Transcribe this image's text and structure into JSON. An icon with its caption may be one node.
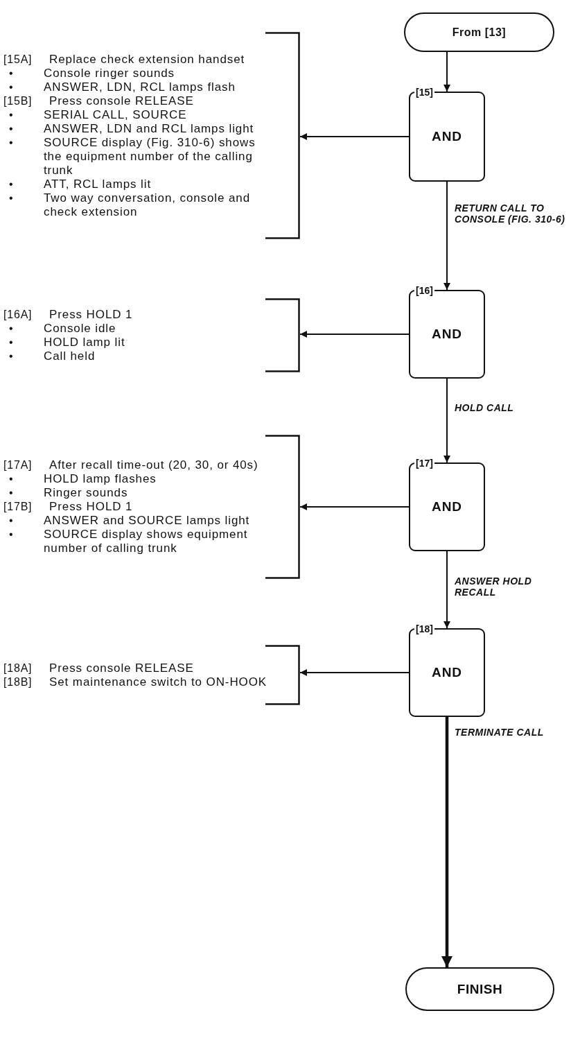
{
  "diagram": {
    "nodes": [
      {
        "text": [
          "From [13]"
        ]
      },
      {
        "text": [
          "[15]",
          "AND"
        ]
      },
      {
        "text": [
          "[15A] Replace check extension handset",
          "• Console ringer sounds",
          "• ANSWER, LDN, RCL lamps flash",
          "[15B] Press console RELEASE",
          "• SERIAL CALL, SOURCE",
          "• ANSWER, LDN and RCL lamps light",
          "• SOURCE display (Fig. 310-6) shows the equipment number of the calling trunk",
          "• ATT, RCL lamps lit",
          "• Two way conversation, console and check extension"
        ]
      },
      {
        "text": [
          "[16]",
          "AND"
        ]
      },
      {
        "text": [
          "[16A] Press HOLD 1",
          "• Console idle",
          "• HOLD lamp lit",
          "• Call held"
        ]
      },
      {
        "text": [
          "[17]",
          "AND"
        ]
      },
      {
        "text": [
          "[17A] After recall time-out (20, 30, or 40s)",
          "• HOLD lamp flashes",
          "• Ringer sounds",
          "[17B] Press HOLD 1",
          "• ANSWER and SOURCE lamps light",
          "• SOURCE display shows equipment number of calling trunk"
        ]
      },
      {
        "text": [
          "[18]",
          "AND"
        ]
      },
      {
        "text": [
          "[18A] Press console RELEASE",
          "[18B] Set maintenance switch to ON-HOOK"
        ]
      },
      {
        "text": [
          "FINISH"
        ]
      }
    ],
    "edges": [
      {
        "from": 0,
        "to": 1,
        "arrow": "to"
      },
      {
        "from": 1,
        "to": 2,
        "arrow": "to"
      },
      {
        "from": 1,
        "to": 3,
        "arrow": "to",
        "label": "RETURN CALL TO CONSOLE (FIG. 310-6)"
      },
      {
        "from": 3,
        "to": 4,
        "arrow": "to"
      },
      {
        "from": 3,
        "to": 5,
        "arrow": "to",
        "label": "HOLD CALL"
      },
      {
        "from": 5,
        "to": 6,
        "arrow": "to"
      },
      {
        "from": 5,
        "to": 7,
        "arrow": "to",
        "label": "ANSWER HOLD RECALL"
      },
      {
        "from": 7,
        "to": 8,
        "arrow": "to"
      },
      {
        "from": 7,
        "to": 9,
        "arrow": "to",
        "label": "TERMINATE CALL",
        "style": "thick"
      }
    ]
  }
}
